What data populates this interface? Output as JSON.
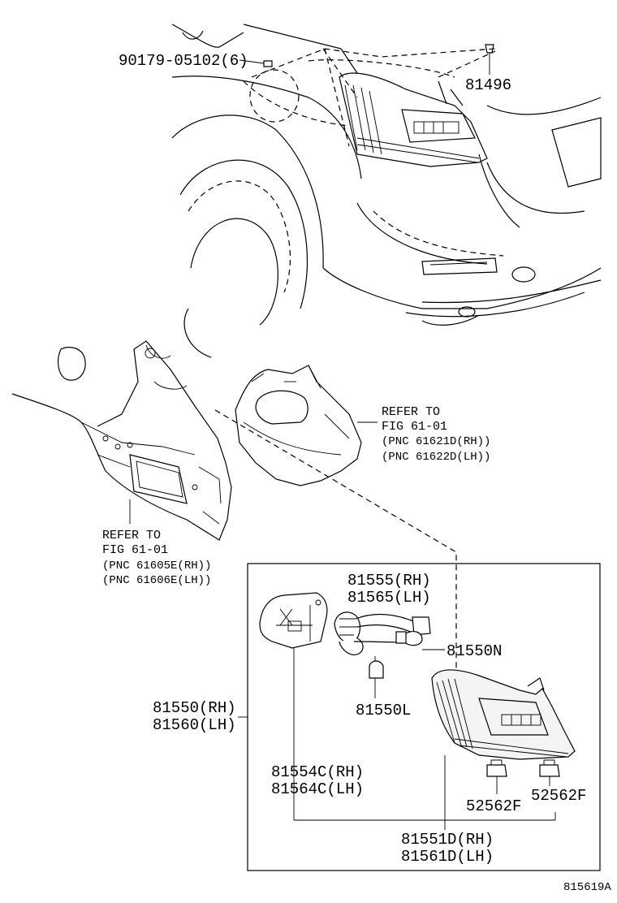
{
  "diagram_id": "815619A",
  "callouts": {
    "bolt": "90179-05102(6)",
    "clip_top": "81496",
    "refer_right": [
      "REFER TO",
      "FIG 61-01",
      "(PNC 61621D(RH))",
      "(PNC 61622D(LH))"
    ],
    "refer_left": [
      "REFER TO",
      "FIG 61-01",
      "(PNC 61605E(RH))",
      "(PNC 61606E(LH))"
    ],
    "socket_wire": [
      "81555(RH)",
      "81565(LH)"
    ],
    "bulb_n": "81550N",
    "bulb_l": "81550L",
    "lamp_assy": [
      "81550(RH)",
      "81560(LH)"
    ],
    "cover": [
      "81554C(RH)",
      "81564C(LH)"
    ],
    "clip_a": "52562F",
    "clip_b": "52562F",
    "lens_body": [
      "81551D(RH)",
      "81561D(LH)"
    ]
  }
}
